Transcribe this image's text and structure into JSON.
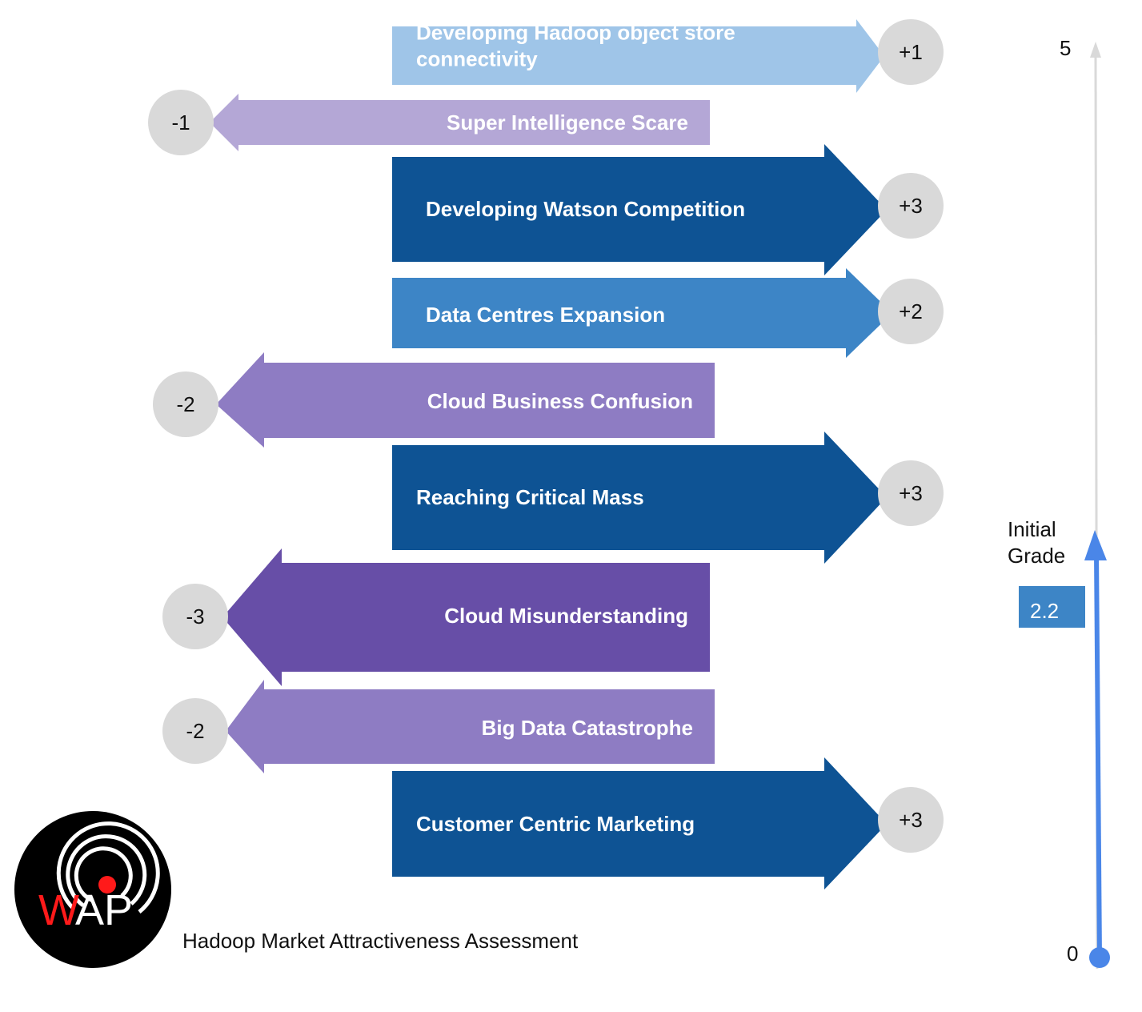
{
  "title": "Hadoop Market Attractiveness Assessment",
  "colors": {
    "light_blue": "#9fc5e8",
    "light_purple": "#b4a7d6",
    "dark_blue": "#0e5394",
    "medium_blue": "#3d85c6",
    "medium_purple": "#8e7cc3",
    "dark_purple": "#674ea7",
    "score_circle": "#d9d9d9",
    "axis_grey": "#d9d9d9",
    "grade_arrow": "#4a86e8",
    "grade_box": "#3d85c6"
  },
  "factors": [
    {
      "label_lines": [
        "Developing Hadoop object store",
        "connectivity"
      ],
      "score": "+1",
      "value": 1,
      "direction": "right",
      "color": "#9fc5e8"
    },
    {
      "label_lines": [
        "Super Intelligence Scare"
      ],
      "score": "-1",
      "value": -1,
      "direction": "left",
      "color": "#b4a7d6"
    },
    {
      "label_lines": [
        "Developing Watson Competition"
      ],
      "score": "+3",
      "value": 3,
      "direction": "right",
      "color": "#0e5394"
    },
    {
      "label_lines": [
        "Data Centres Expansion"
      ],
      "score": "+2",
      "value": 2,
      "direction": "right",
      "color": "#3d85c6"
    },
    {
      "label_lines": [
        "Cloud Business Confusion"
      ],
      "score": "-2",
      "value": -2,
      "direction": "left",
      "color": "#8e7cc3"
    },
    {
      "label_lines": [
        "Reaching Critical Mass"
      ],
      "score": "+3",
      "value": 3,
      "direction": "right",
      "color": "#0e5394"
    },
    {
      "label_lines": [
        "Cloud Misunderstanding"
      ],
      "score": "-3",
      "value": -3,
      "direction": "left",
      "color": "#674ea7"
    },
    {
      "label_lines": [
        "Big Data Catastrophe"
      ],
      "score": "-2",
      "value": -2,
      "direction": "left",
      "color": "#8e7cc3"
    },
    {
      "label_lines": [
        "Customer Centric Marketing"
      ],
      "score": "+3",
      "value": 3,
      "direction": "right",
      "color": "#0e5394"
    }
  ],
  "grade_scale": {
    "min_label": "0",
    "max_label": "5",
    "min": 0,
    "max": 5,
    "initial_grade_label": "Initial Grade",
    "initial_grade_value": "2.2",
    "initial_grade": 2.2
  },
  "logo": {
    "text_w": "W",
    "text_ap": "AP",
    "icon": "broadcast-signal-icon"
  }
}
